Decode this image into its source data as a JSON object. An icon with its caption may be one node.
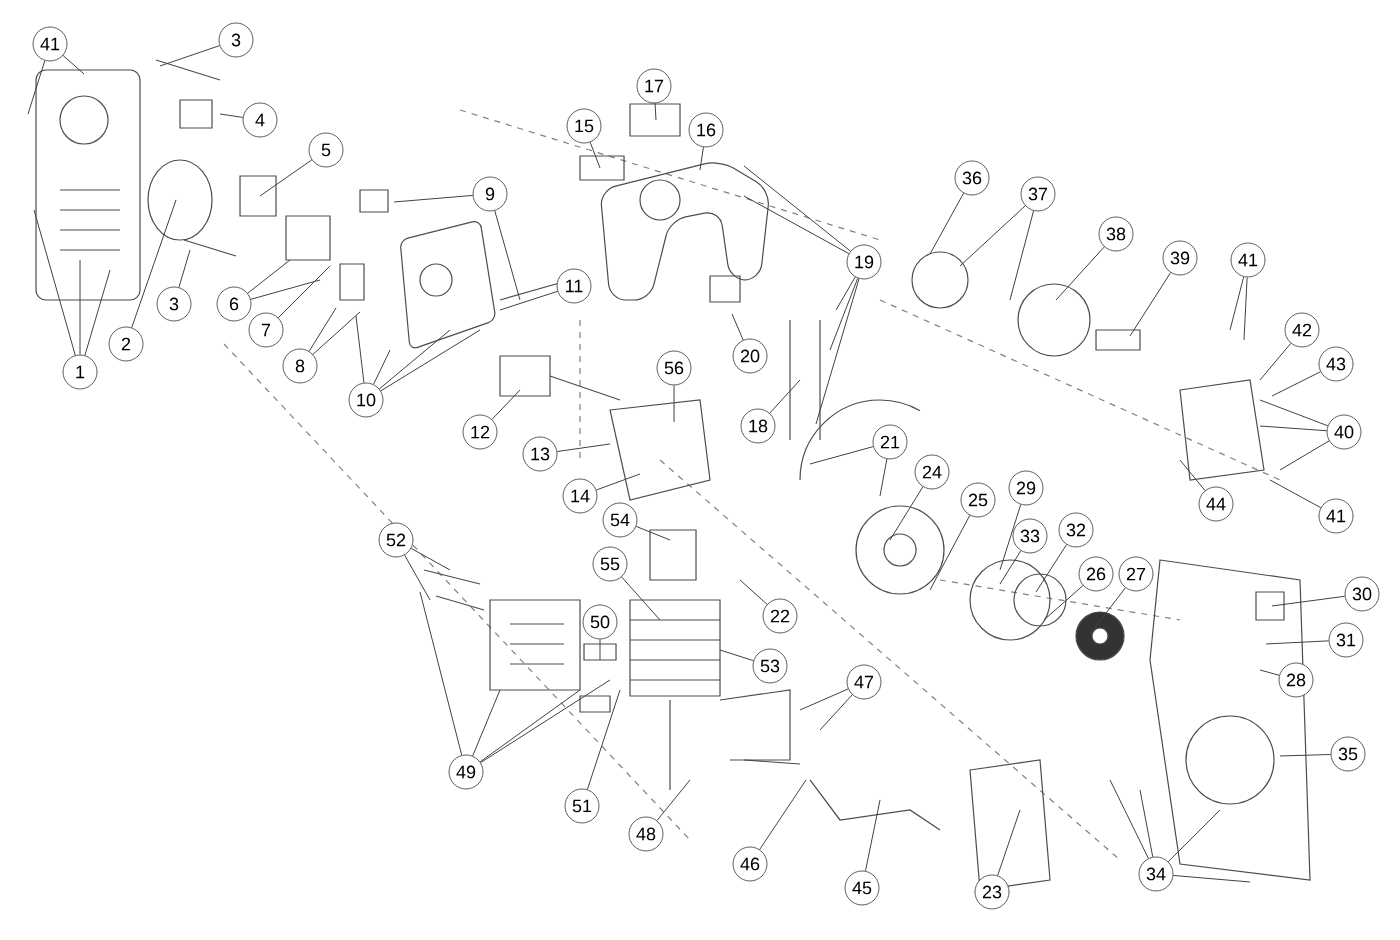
{
  "diagram": {
    "nodes": [
      {
        "text": [
          "41"
        ]
      },
      {
        "text": [
          "3"
        ]
      },
      {
        "text": [
          "17"
        ]
      },
      {
        "text": [
          "4"
        ]
      },
      {
        "text": [
          "15"
        ]
      },
      {
        "text": [
          "16"
        ]
      },
      {
        "text": [
          "5"
        ]
      },
      {
        "text": [
          "36"
        ]
      },
      {
        "text": [
          "9"
        ]
      },
      {
        "text": [
          "37"
        ]
      },
      {
        "text": [
          "38"
        ]
      },
      {
        "text": [
          "39"
        ]
      },
      {
        "text": [
          "41"
        ]
      },
      {
        "text": [
          "19"
        ]
      },
      {
        "text": [
          "11"
        ]
      },
      {
        "text": [
          "3"
        ]
      },
      {
        "text": [
          "6"
        ]
      },
      {
        "text": [
          "7"
        ]
      },
      {
        "text": [
          "42"
        ]
      },
      {
        "text": [
          "2"
        ]
      },
      {
        "text": [
          "20"
        ]
      },
      {
        "text": [
          "43"
        ]
      },
      {
        "text": [
          "8"
        ]
      },
      {
        "text": [
          "1"
        ]
      },
      {
        "text": [
          "56"
        ]
      },
      {
        "text": [
          "10"
        ]
      },
      {
        "text": [
          "18"
        ]
      },
      {
        "text": [
          "40"
        ]
      },
      {
        "text": [
          "12"
        ]
      },
      {
        "text": [
          "21"
        ]
      },
      {
        "text": [
          "13"
        ]
      },
      {
        "text": [
          "24"
        ]
      },
      {
        "text": [
          "29"
        ]
      },
      {
        "text": [
          "14"
        ]
      },
      {
        "text": [
          "25"
        ]
      },
      {
        "text": [
          "44"
        ]
      },
      {
        "text": [
          "41"
        ]
      },
      {
        "text": [
          "54"
        ]
      },
      {
        "text": [
          "33"
        ]
      },
      {
        "text": [
          "32"
        ]
      },
      {
        "text": [
          "52"
        ]
      },
      {
        "text": [
          "55"
        ]
      },
      {
        "text": [
          "26"
        ]
      },
      {
        "text": [
          "27"
        ]
      },
      {
        "text": [
          "30"
        ]
      },
      {
        "text": [
          "22"
        ]
      },
      {
        "text": [
          "50"
        ]
      },
      {
        "text": [
          "31"
        ]
      },
      {
        "text": [
          "53"
        ]
      },
      {
        "text": [
          "28"
        ]
      },
      {
        "text": [
          "47"
        ]
      },
      {
        "text": [
          "35"
        ]
      },
      {
        "text": [
          "49"
        ]
      },
      {
        "text": [
          "51"
        ]
      },
      {
        "text": [
          "48"
        ]
      },
      {
        "text": [
          "46"
        ]
      },
      {
        "text": [
          "34"
        ]
      },
      {
        "text": [
          "45"
        ]
      },
      {
        "text": [
          "23"
        ]
      }
    ],
    "edges": [
      {
        "from": 0,
        "to": null,
        "arrow": "none"
      },
      {
        "from": 0,
        "to": null,
        "arrow": "none"
      },
      {
        "from": 1,
        "to": null,
        "arrow": "none"
      },
      {
        "from": 2,
        "to": null,
        "arrow": "none"
      },
      {
        "from": 3,
        "to": null,
        "arrow": "none"
      },
      {
        "from": 4,
        "to": null,
        "arrow": "none"
      },
      {
        "from": 5,
        "to": null,
        "arrow": "none"
      },
      {
        "from": 6,
        "to": null,
        "arrow": "none"
      },
      {
        "from": 7,
        "to": null,
        "arrow": "none"
      },
      {
        "from": 8,
        "to": null,
        "arrow": "none"
      },
      {
        "from": 8,
        "to": null,
        "arrow": "none"
      },
      {
        "from": 9,
        "to": null,
        "arrow": "none"
      },
      {
        "from": 9,
        "to": null,
        "arrow": "none"
      },
      {
        "from": 10,
        "to": null,
        "arrow": "none"
      },
      {
        "from": 11,
        "to": null,
        "arrow": "none"
      },
      {
        "from": 12,
        "to": null,
        "arrow": "none"
      },
      {
        "from": 12,
        "to": null,
        "arrow": "none"
      },
      {
        "from": 13,
        "to": null,
        "arrow": "none"
      },
      {
        "from": 13,
        "to": null,
        "arrow": "none"
      },
      {
        "from": 13,
        "to": null,
        "arrow": "none"
      },
      {
        "from": 13,
        "to": null,
        "arrow": "none"
      },
      {
        "from": 13,
        "to": null,
        "arrow": "none"
      },
      {
        "from": 14,
        "to": null,
        "arrow": "none"
      },
      {
        "from": 15,
        "to": null,
        "arrow": "none"
      },
      {
        "from": 16,
        "to": null,
        "arrow": "none"
      },
      {
        "from": 16,
        "to": null,
        "arrow": "none"
      },
      {
        "from": 17,
        "to": null,
        "arrow": "none"
      },
      {
        "from": 18,
        "to": null,
        "arrow": "none"
      },
      {
        "from": 19,
        "to": null,
        "arrow": "none"
      },
      {
        "from": 20,
        "to": null,
        "arrow": "none"
      },
      {
        "from": 21,
        "to": null,
        "arrow": "none"
      },
      {
        "from": 22,
        "to": null,
        "arrow": "none"
      },
      {
        "from": 22,
        "to": null,
        "arrow": "none"
      },
      {
        "from": 23,
        "to": null,
        "arrow": "none"
      },
      {
        "from": 23,
        "to": null,
        "arrow": "none"
      },
      {
        "from": 23,
        "to": null,
        "arrow": "none"
      },
      {
        "from": 24,
        "to": null,
        "arrow": "none"
      },
      {
        "from": 25,
        "to": null,
        "arrow": "none"
      },
      {
        "from": 25,
        "to": null,
        "arrow": "none"
      },
      {
        "from": 25,
        "to": null,
        "arrow": "none"
      },
      {
        "from": 25,
        "to": null,
        "arrow": "none"
      },
      {
        "from": 26,
        "to": null,
        "arrow": "none"
      },
      {
        "from": 27,
        "to": null,
        "arrow": "none"
      },
      {
        "from": 27,
        "to": null,
        "arrow": "none"
      },
      {
        "from": 27,
        "to": null,
        "arrow": "none"
      },
      {
        "from": 28,
        "to": null,
        "arrow": "none"
      },
      {
        "from": 29,
        "to": null,
        "arrow": "none"
      },
      {
        "from": 29,
        "to": null,
        "arrow": "none"
      },
      {
        "from": 30,
        "to": null,
        "arrow": "none"
      },
      {
        "from": 31,
        "to": null,
        "arrow": "none"
      },
      {
        "from": 32,
        "to": null,
        "arrow": "none"
      },
      {
        "from": 33,
        "to": null,
        "arrow": "none"
      },
      {
        "from": 34,
        "to": null,
        "arrow": "none"
      },
      {
        "from": 35,
        "to": null,
        "arrow": "none"
      },
      {
        "from": 36,
        "to": null,
        "arrow": "none"
      },
      {
        "from": 37,
        "to": null,
        "arrow": "none"
      },
      {
        "from": 38,
        "to": null,
        "arrow": "none"
      },
      {
        "from": 39,
        "to": null,
        "arrow": "none"
      },
      {
        "from": 40,
        "to": null,
        "arrow": "none"
      },
      {
        "from": 40,
        "to": null,
        "arrow": "none"
      },
      {
        "from": 41,
        "to": null,
        "arrow": "none"
      },
      {
        "from": 42,
        "to": null,
        "arrow": "none"
      },
      {
        "from": 43,
        "to": null,
        "arrow": "none"
      },
      {
        "from": 44,
        "to": null,
        "arrow": "none"
      },
      {
        "from": 45,
        "to": null,
        "arrow": "none"
      },
      {
        "from": 46,
        "to": null,
        "arrow": "none"
      },
      {
        "from": 47,
        "to": null,
        "arrow": "none"
      },
      {
        "from": 48,
        "to": null,
        "arrow": "none"
      },
      {
        "from": 49,
        "to": null,
        "arrow": "none"
      },
      {
        "from": 50,
        "to": null,
        "arrow": "none"
      },
      {
        "from": 50,
        "to": null,
        "arrow": "none"
      },
      {
        "from": 51,
        "to": null,
        "arrow": "none"
      },
      {
        "from": 52,
        "to": null,
        "arrow": "none"
      },
      {
        "from": 52,
        "to": null,
        "arrow": "none"
      },
      {
        "from": 52,
        "to": null,
        "arrow": "none"
      },
      {
        "from": 52,
        "to": null,
        "arrow": "none"
      },
      {
        "from": 53,
        "to": null,
        "arrow": "none"
      },
      {
        "from": 54,
        "to": null,
        "arrow": "none"
      },
      {
        "from": 55,
        "to": null,
        "arrow": "none"
      },
      {
        "from": 56,
        "to": null,
        "arrow": "none"
      },
      {
        "from": 56,
        "to": null,
        "arrow": "none"
      },
      {
        "from": 56,
        "to": null,
        "arrow": "none"
      },
      {
        "from": 56,
        "to": null,
        "arrow": "none"
      },
      {
        "from": 57,
        "to": null,
        "arrow": "none"
      },
      {
        "from": 58,
        "to": null,
        "arrow": "none"
      }
    ]
  }
}
